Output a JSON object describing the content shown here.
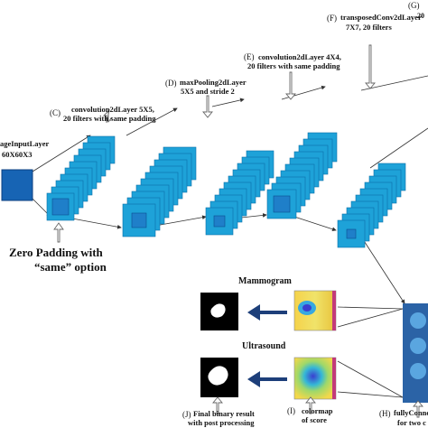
{
  "labels": {
    "g_letter": "(G)",
    "g_sub": "20",
    "input_line1": "ageInputLayer",
    "input_line2": "60X60X3",
    "c_line1": "convolution2dLayer 5X5,",
    "c_line2": "20 filters with same padding",
    "c_letter": "(C)",
    "d_line1": "maxPooling2dLayer",
    "d_line2": "5X5 and stride 2",
    "d_letter": "(D)",
    "e_line1": "convolution2dLayer 4X4,",
    "e_line2": "20 filters with same padding",
    "e_letter": "(E)",
    "f_line1": "transposedConv2dLayer",
    "f_line2": "7X7, 20 filters",
    "f_letter": "(F)",
    "zero_line1": "Zero Padding with",
    "zero_line2": "“same” option",
    "mammogram": "Mammogram",
    "ultrasound": "Ultrasound",
    "j_letter": "(J)",
    "j_line1": "Final binary result",
    "j_line2": "with post processing",
    "i_letter": "(I)",
    "i_line1": "colormap",
    "i_line2": "of score",
    "h_letter": "(H)",
    "h_line1": "fullyConne",
    "h_line2": "for two c"
  },
  "colors": {
    "layer_fill": "#1ea2d8",
    "layer_edge": "#0b6fa8",
    "inner_fill": "#1f7fc9",
    "input_fill": "#1764b4",
    "arrow_dark": "#1d3f7a",
    "fc_fill": "#2b63a6"
  }
}
